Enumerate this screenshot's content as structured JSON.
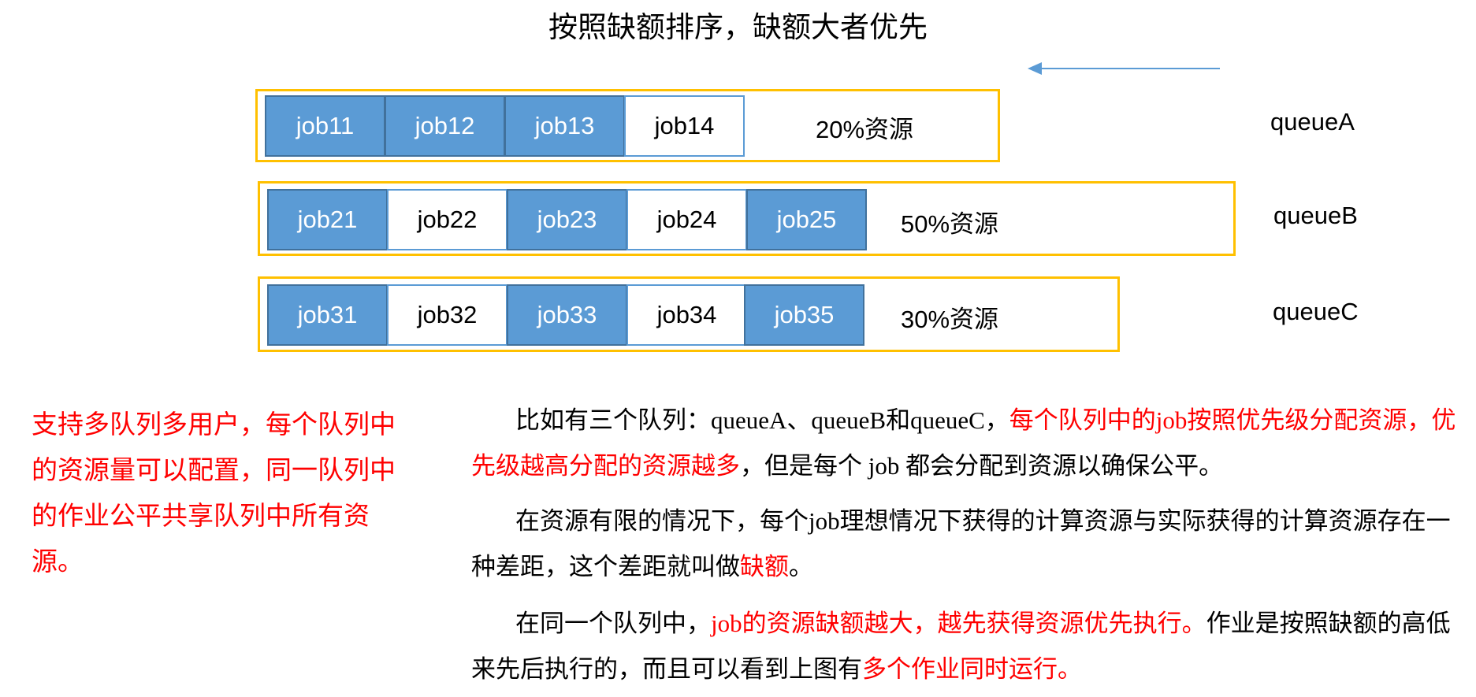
{
  "title": "按照缺额排序，缺额大者优先",
  "colors": {
    "filled": "#5b9bd5",
    "queue_border": "#ffc000",
    "arrow": "#5b9bd5",
    "highlight": "#ff0000"
  },
  "queues": [
    {
      "name": "queueA",
      "resource": "20%资源",
      "jobs": [
        {
          "label": "job11",
          "filled": true
        },
        {
          "label": "job12",
          "filled": true
        },
        {
          "label": "job13",
          "filled": true
        },
        {
          "label": "job14",
          "filled": false
        }
      ]
    },
    {
      "name": "queueB",
      "resource": "50%资源",
      "jobs": [
        {
          "label": "job21",
          "filled": true
        },
        {
          "label": "job22",
          "filled": false
        },
        {
          "label": "job23",
          "filled": true
        },
        {
          "label": "job24",
          "filled": false
        },
        {
          "label": "job25",
          "filled": true
        }
      ]
    },
    {
      "name": "queueC",
      "resource": "30%资源",
      "jobs": [
        {
          "label": "job31",
          "filled": true
        },
        {
          "label": "job32",
          "filled": false
        },
        {
          "label": "job33",
          "filled": true
        },
        {
          "label": "job34",
          "filled": false
        },
        {
          "label": "job35",
          "filled": true
        }
      ]
    }
  ],
  "side_note": "支持多队列多用户，每个队列中的资源量可以配置，同一队列中的作业公平共享队列中所有资源。",
  "paragraphs": {
    "p1": {
      "a": "比如有三个队列：queueA、queueB和queueC，",
      "b": "每个队列中的job按照优先级分配资源，优先级越高分配的资源越多",
      "c": "，但是每个 job 都会分配到资源以确保公平。"
    },
    "p2": {
      "a": "在资源有限的情况下，每个job理想情况下获得的计算资源与实际获得的计算资源存在一种差距，这个差距就叫做",
      "b": "缺额",
      "c": "。"
    },
    "p3": {
      "a": "在同一个队列中，",
      "b": "job的资源缺额越大，越先获得资源优先执行。",
      "c": "作业是按照缺额的高低来先后执行的，而且可以看到上图有",
      "d": "多个作业同时运行。"
    }
  }
}
